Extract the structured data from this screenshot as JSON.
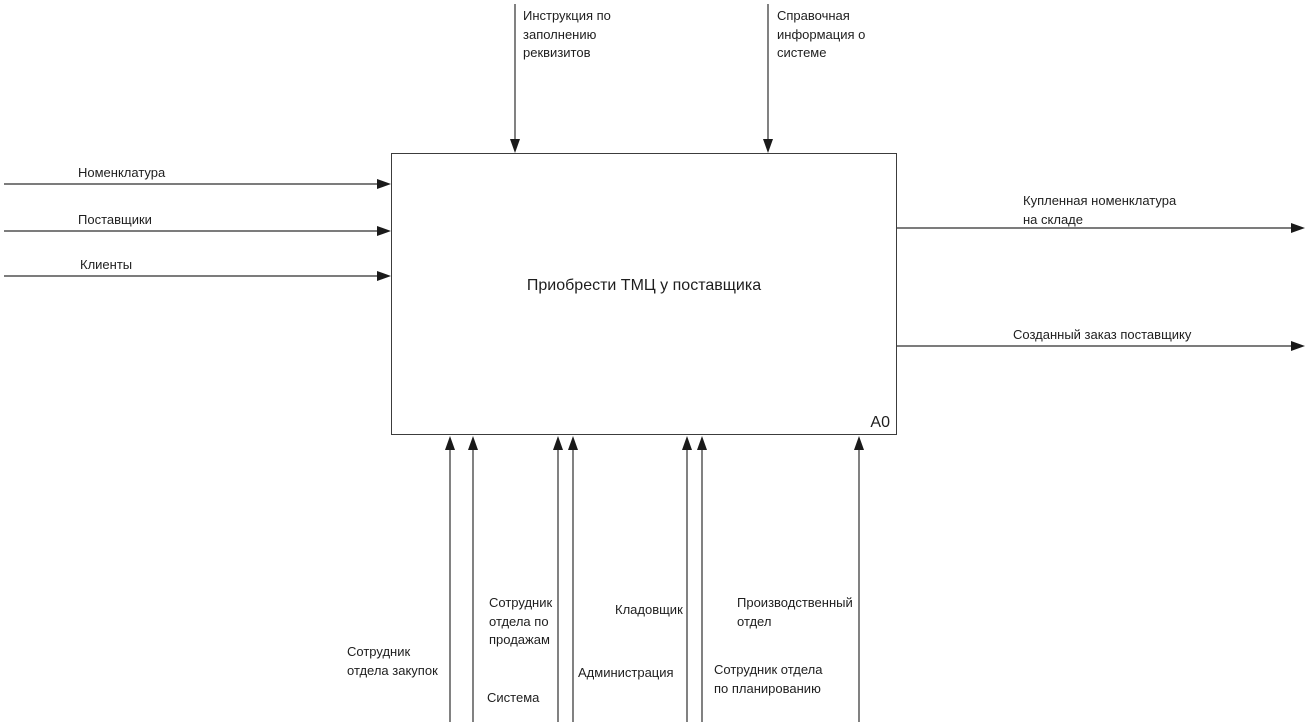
{
  "colors": {
    "background": "#ffffff",
    "line": "#2e2e2e",
    "text": "#1e1e1e"
  },
  "diagram": {
    "activity": {
      "title": "Приобрести ТМЦ у поставщика",
      "code": "A0"
    },
    "inputs": [
      "Номенклатура",
      "Поставщики",
      "Клиенты"
    ],
    "controls": [
      "Инструкция по\nзаполнению\nреквизитов",
      "Справочная\nинформация о\nсистеме"
    ],
    "outputs": [
      "Купленная номенклатура\nна складе",
      "Созданный заказ поставщику"
    ],
    "mechanisms": [
      "Сотрудник\nотдела закупок",
      "Сотрудник\nотдела по\nпродажам",
      "Система",
      "Кладовщик",
      "Администрация",
      "Производственный\nотдел",
      "Сотрудник отдела\nпо планированию"
    ]
  }
}
